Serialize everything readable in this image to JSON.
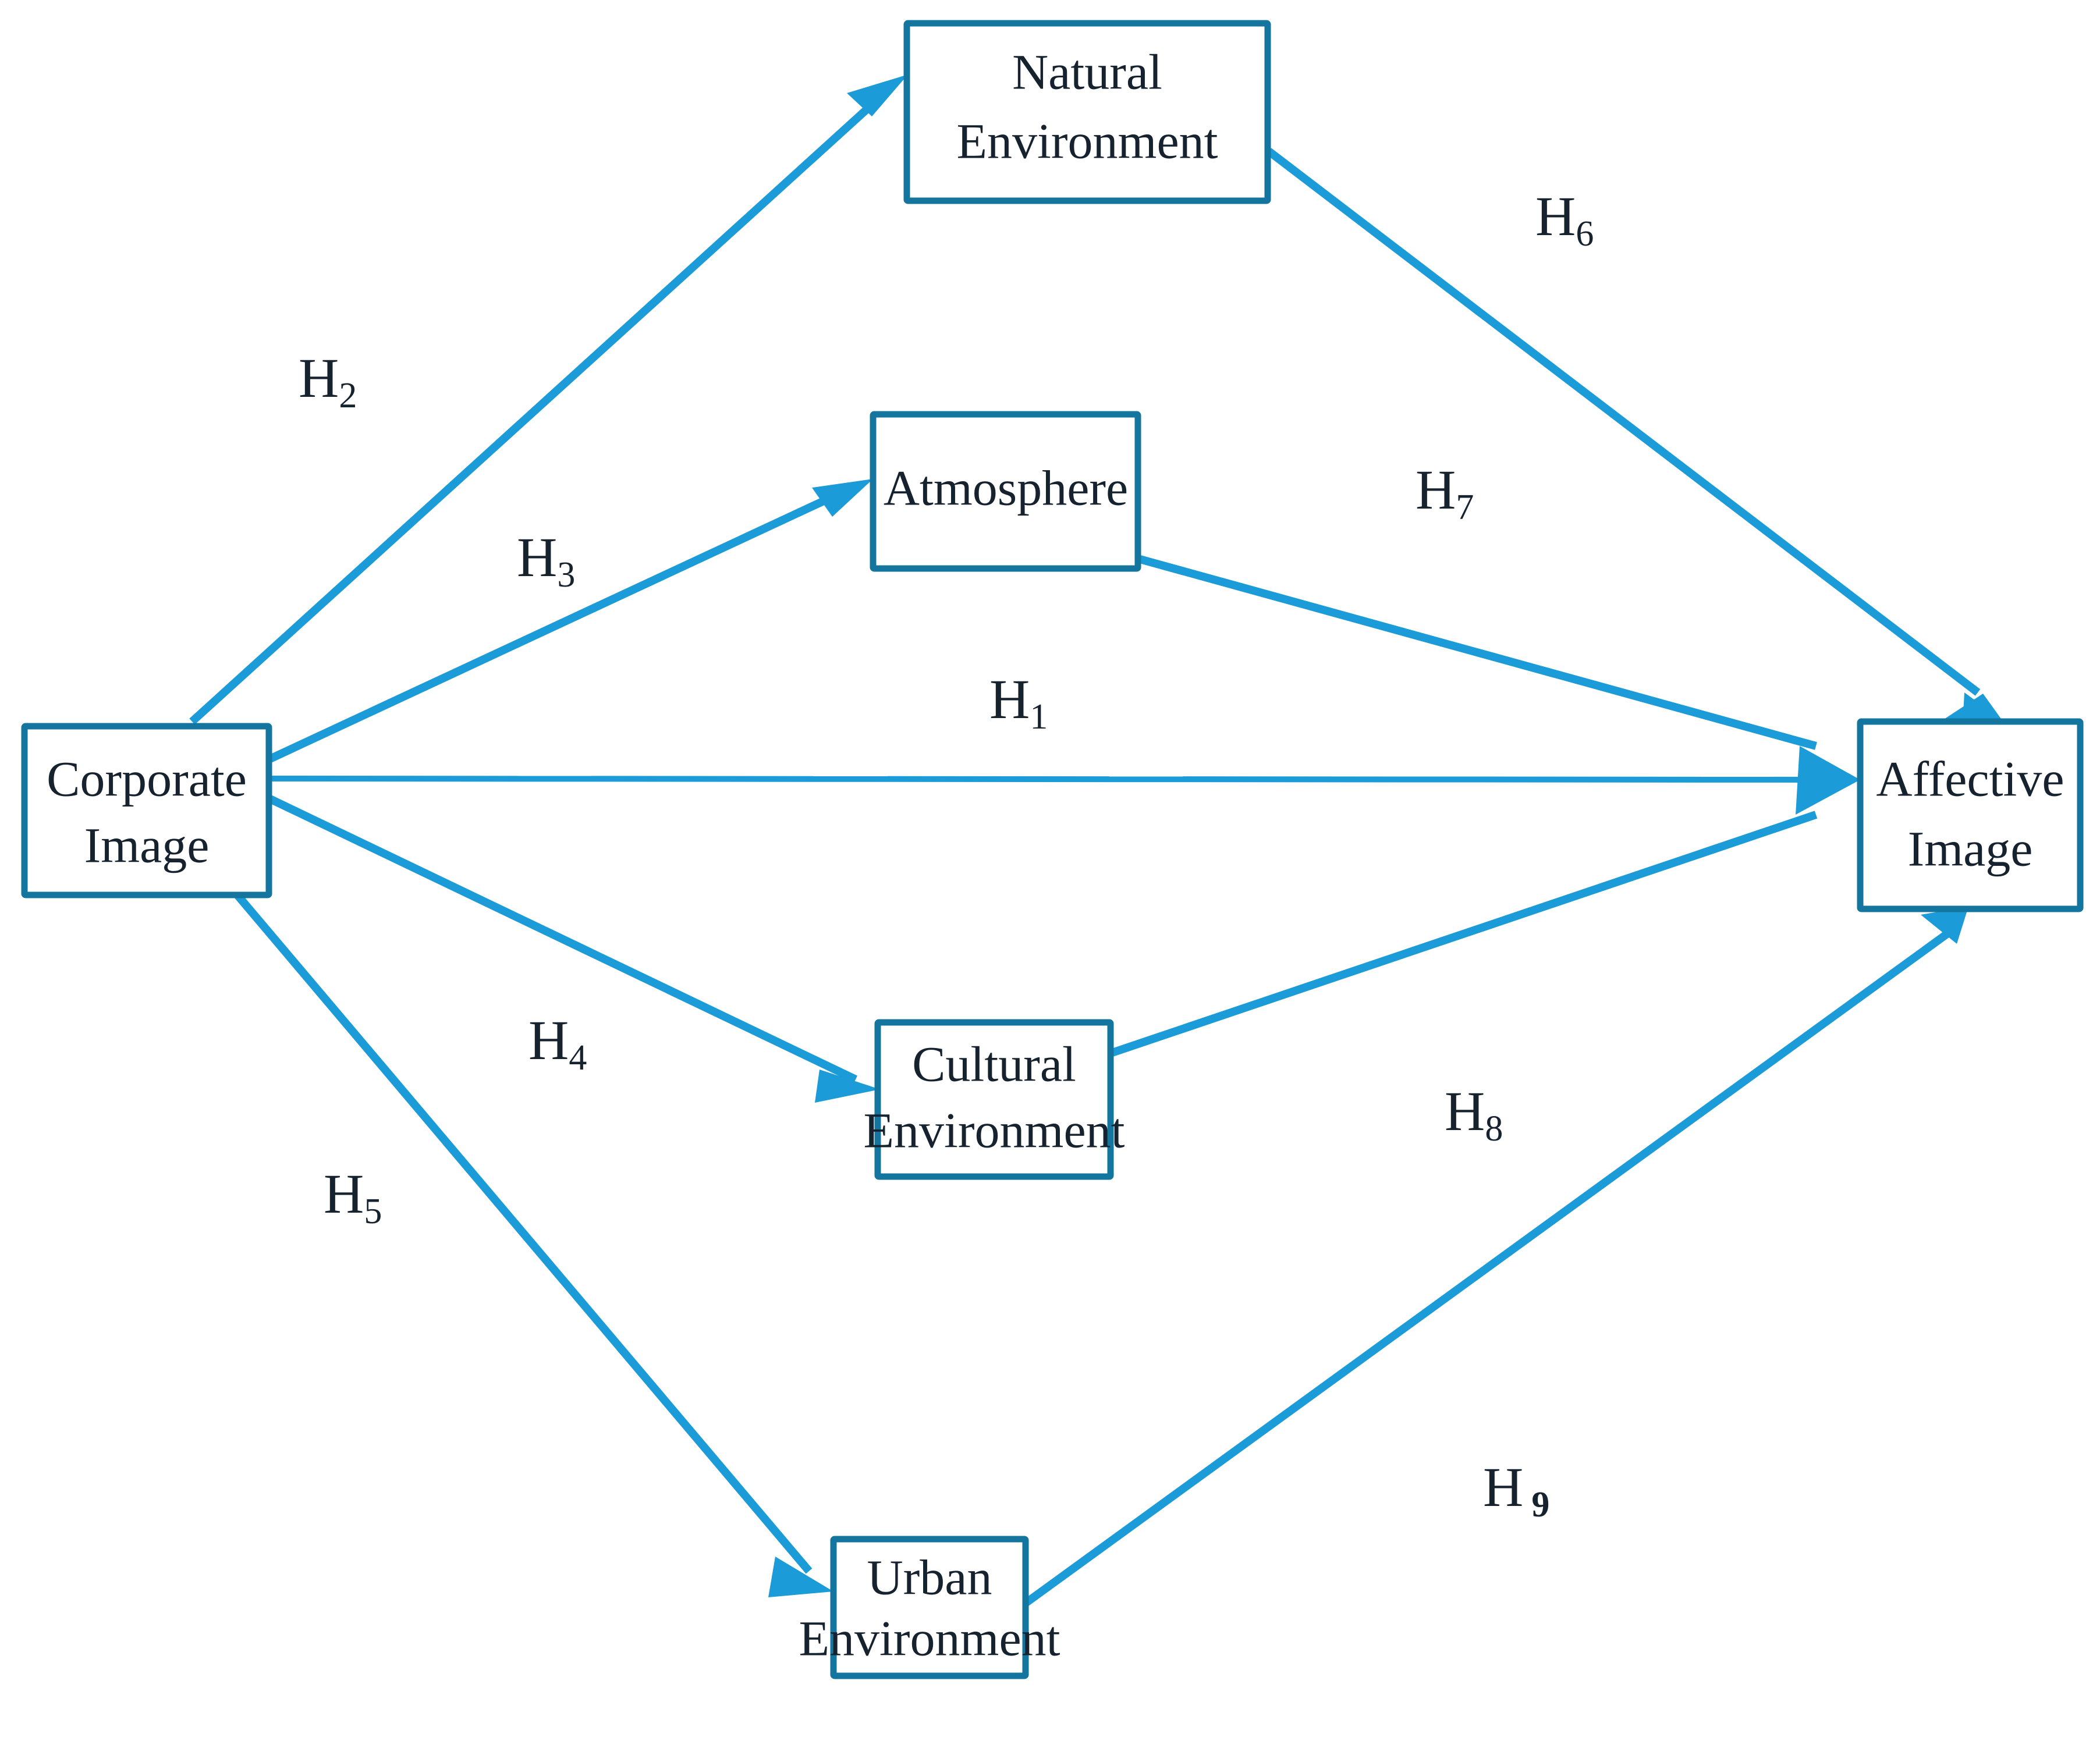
{
  "diagram": {
    "title": "Research model of corporate image and affective image",
    "accent_color": "#1B9BD8",
    "box_border_color": "#14759E",
    "text_color": "#16222E",
    "background_color": "#FFFFFF"
  },
  "nodes": [
    {
      "id": "corporate-image",
      "line1": "Corporate",
      "line2": "Image"
    },
    {
      "id": "natural-environment",
      "line1": "Natural",
      "line2": "Environment"
    },
    {
      "id": "atmosphere",
      "line1": "Atmosphere",
      "line2": ""
    },
    {
      "id": "cultural-environment",
      "line1": "Cultural",
      "line2": "Environment"
    },
    {
      "id": "urban-environment",
      "line1": "Urban",
      "line2": "Environment"
    },
    {
      "id": "affective-image",
      "line1": "Affective",
      "line2": "Image"
    }
  ],
  "hypotheses": [
    {
      "id": "h1",
      "base": "H",
      "sub": "1",
      "from": "corporate-image",
      "to": "affective-image"
    },
    {
      "id": "h2",
      "base": "H",
      "sub": "2",
      "from": "corporate-image",
      "to": "natural-environment"
    },
    {
      "id": "h3",
      "base": "H",
      "sub": "3",
      "from": "corporate-image",
      "to": "atmosphere"
    },
    {
      "id": "h4",
      "base": "H",
      "sub": "4",
      "from": "corporate-image",
      "to": "cultural-environment"
    },
    {
      "id": "h5",
      "base": "H",
      "sub": "5",
      "from": "corporate-image",
      "to": "urban-environment"
    },
    {
      "id": "h6",
      "base": "H",
      "sub": "6",
      "from": "natural-environment",
      "to": "affective-image"
    },
    {
      "id": "h7",
      "base": "H",
      "sub": "7",
      "from": "atmosphere",
      "to": "affective-image"
    },
    {
      "id": "h8",
      "base": "H",
      "sub": "8",
      "from": "cultural-environment",
      "to": "affective-image"
    },
    {
      "id": "h9",
      "base": "H",
      "sub": "9",
      "from": "urban-environment",
      "to": "affective-image"
    }
  ],
  "labels": {
    "corporate_image_line1": "Corporate",
    "corporate_image_line2": "Image",
    "natural_environment_line1": "Natural",
    "natural_environment_line2": "Environment",
    "atmosphere": "Atmosphere",
    "cultural_environment_line1": "Cultural",
    "cultural_environment_line2": "Environment",
    "urban_environment_line1": "Urban",
    "urban_environment_line2": "Environment",
    "affective_image_line1": "Affective",
    "affective_image_line2": "Image",
    "h1_base": "H",
    "h1_sub": "1",
    "h2_base": "H",
    "h2_sub": "2",
    "h3_base": "H",
    "h3_sub": "3",
    "h4_base": "H",
    "h4_sub": "4",
    "h5_base": "H",
    "h5_sub": "5",
    "h6_base": "H",
    "h6_sub": "6",
    "h7_base": "H",
    "h7_sub": "7",
    "h8_base": "H",
    "h8_sub": "8",
    "h9_base": "H",
    "h9_sub": "9"
  }
}
